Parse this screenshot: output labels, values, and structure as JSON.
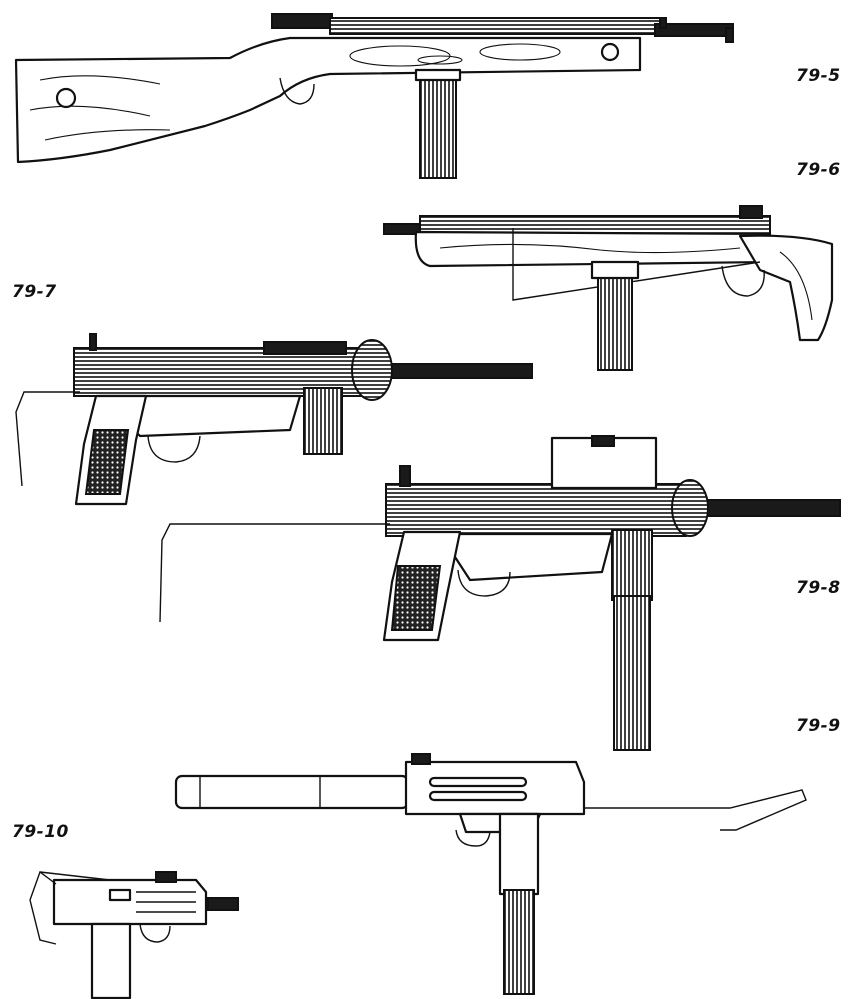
{
  "figures": [
    {
      "id": "fig-79-5",
      "label": "79-5"
    },
    {
      "id": "fig-79-6",
      "label": "79-6"
    },
    {
      "id": "fig-79-7",
      "label": "79-7"
    },
    {
      "id": "fig-79-8",
      "label": "79-8"
    },
    {
      "id": "fig-79-9",
      "label": "79-9"
    },
    {
      "id": "fig-79-10",
      "label": "79-10"
    }
  ]
}
